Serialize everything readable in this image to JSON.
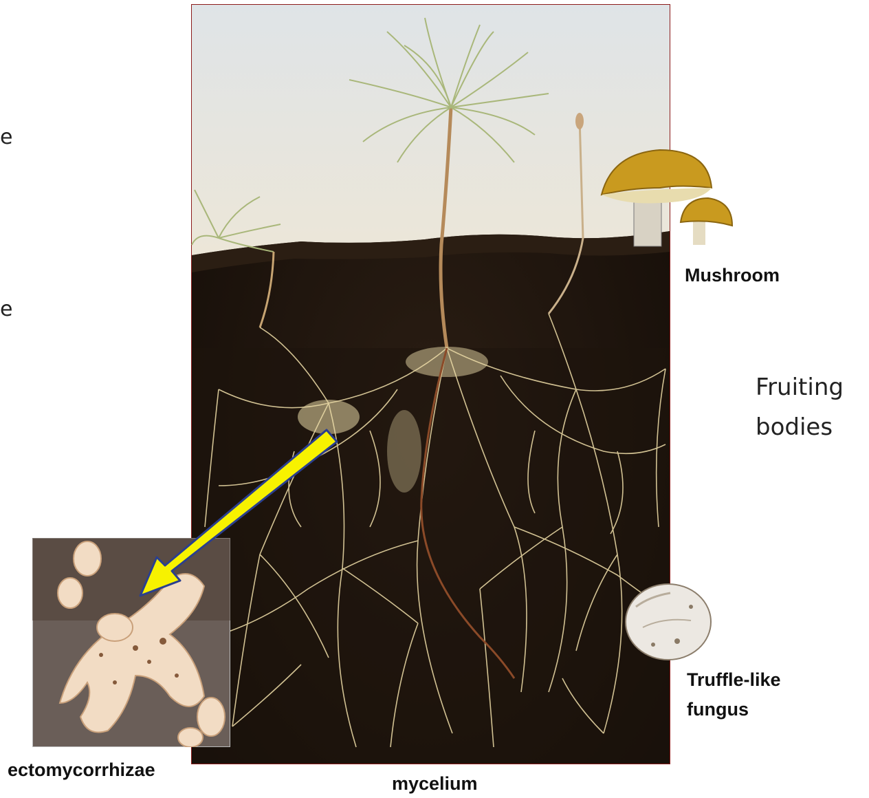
{
  "labels": {
    "mushroom": "Mushroom",
    "fruiting_bodies_line1": "Fruiting",
    "fruiting_bodies_line2": "bodies",
    "truffle_line1": "Truffle-like",
    "truffle_line2": "fungus",
    "ectomycorrhizae": "ectomycorrhizae",
    "mycelium": "mycelium",
    "cut_off_1": "e",
    "cut_off_2": "e"
  },
  "colors": {
    "sky": "#e4e8e9",
    "soil": "#22160f",
    "mycelium": "#e8d8a6",
    "arrow_fill": "#f7f200",
    "arrow_stroke": "#2a3f8f",
    "frame": "#8b1a1a",
    "mushroom_cap": "#c99a1f"
  },
  "icons": {
    "main": "pine-seedling-mycelium-photo",
    "inset": "ectomycorrhizae-root-photo",
    "mushroom": "mushroom-photo",
    "truffle": "truffle-photo",
    "pointer": "yellow-arrow"
  }
}
